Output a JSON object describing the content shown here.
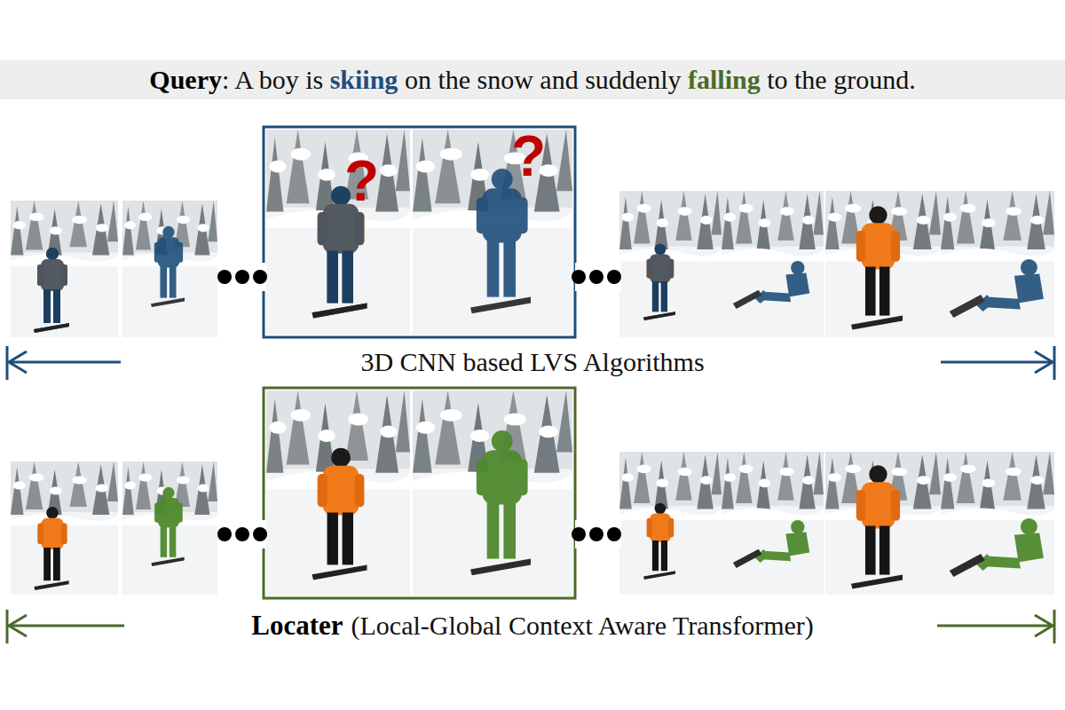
{
  "diagram": {
    "nodes": [
      {
        "text": [
          "Query",
          ": A boy is",
          "skiing",
          "on the snow and suddenly",
          "falling",
          "to the ground."
        ]
      }
    ],
    "labels": [
      "?",
      "?",
      "3D CNN based LVS Algorithms",
      "Locater",
      "(Local-Global Context Aware Transformer)"
    ]
  }
}
